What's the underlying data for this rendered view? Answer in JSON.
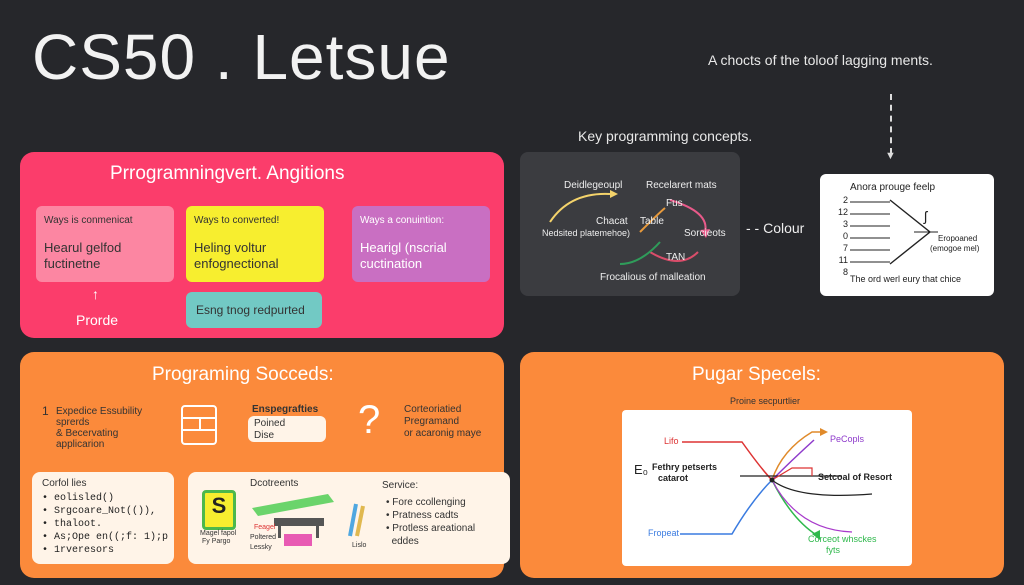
{
  "title": "CS50 . Letsue",
  "top_note": "A chocts of the toloof lagging ments.",
  "key_concepts_label": "Key programming concepts.",
  "colour_label": "- - Colour",
  "colors": {
    "background": "#26272b",
    "pink": "#fb3d6b",
    "orange": "#fb8a3b",
    "yellow": "#f7ee2f",
    "teal": "#72c9c4"
  },
  "panel1": {
    "title": "Prrogramningvert. Angitions",
    "box1": {
      "small": "Ways is conmenicat",
      "text": "Hearul gelfod fuctinetne"
    },
    "box2": {
      "small": "Ways to converted!",
      "text": "Heling voltur enfognectional"
    },
    "box3": {
      "small": "Ways a conuintion:",
      "text": "Hearigl (nscrial cuctination"
    },
    "arrow_up": "↑",
    "prorde": "Prorde",
    "teal_box": "Esng tnog redpurted"
  },
  "dark_panel": {
    "label_tl": "Deidlegeoupl",
    "label_tr": "Recelarert mats",
    "label_fus": "Fus",
    "label_chart": "Chacat",
    "label_table": "Table",
    "label_nest": "Nedsited platemehoe)",
    "label_spec": "Sorcieots",
    "label_tan": "TAN",
    "bottom": "Frocalious of malleation"
  },
  "white_panel": {
    "title": "Anora prouge feelp",
    "numbers": [
      "2",
      "12",
      "3",
      "0",
      "7",
      "11",
      "8"
    ],
    "side": "Eropoaned",
    "side2": "(emogoe mel)",
    "bottom": "The ord werl eury that chice"
  },
  "panel2": {
    "title": "Programing Socceds:",
    "num": "1",
    "list": [
      "Expedice Essubility",
      "sprerds",
      "& Becervating",
      "applicarion"
    ],
    "mid_title": "Enspegrafties",
    "mid_line1": "Poined",
    "mid_line2": "Dise",
    "q_mark": "?",
    "right_text": [
      "Corteoriatied",
      "Pregramand",
      "or acaronig maye"
    ],
    "code_card": {
      "title": "Corfol lies",
      "lines": [
        "eolisled()",
        "Srgcoare_Not(()),",
        "thaloot.",
        "As;Ope en((;f: 1);p",
        "1rveresors"
      ]
    },
    "mid_card": {
      "title": "Dcotreents",
      "logo_text": "S",
      "cap1": "Magel fapol",
      "cap2": "Fy Pargo",
      "cap3": "Feagel",
      "cap4": "Poltered",
      "cap5": "Lessky",
      "cap6": "Lislo",
      "service": "Service:",
      "bullets": [
        "Fore ccollenging",
        "Pratness cadts",
        "Protless areational",
        "eddes"
      ]
    }
  },
  "panel3": {
    "title": "Pugar Specels:",
    "sub": "Proine secpurtlier",
    "left1": "Lifo",
    "left2": "Fethry petserts",
    "left3": "catarot",
    "eo": "E₀",
    "left4": "Fropeat",
    "right1": "PeCopls",
    "right2": "Setcoal of Resort",
    "right3": "Corceot whsckes",
    "right4": "fyts"
  }
}
